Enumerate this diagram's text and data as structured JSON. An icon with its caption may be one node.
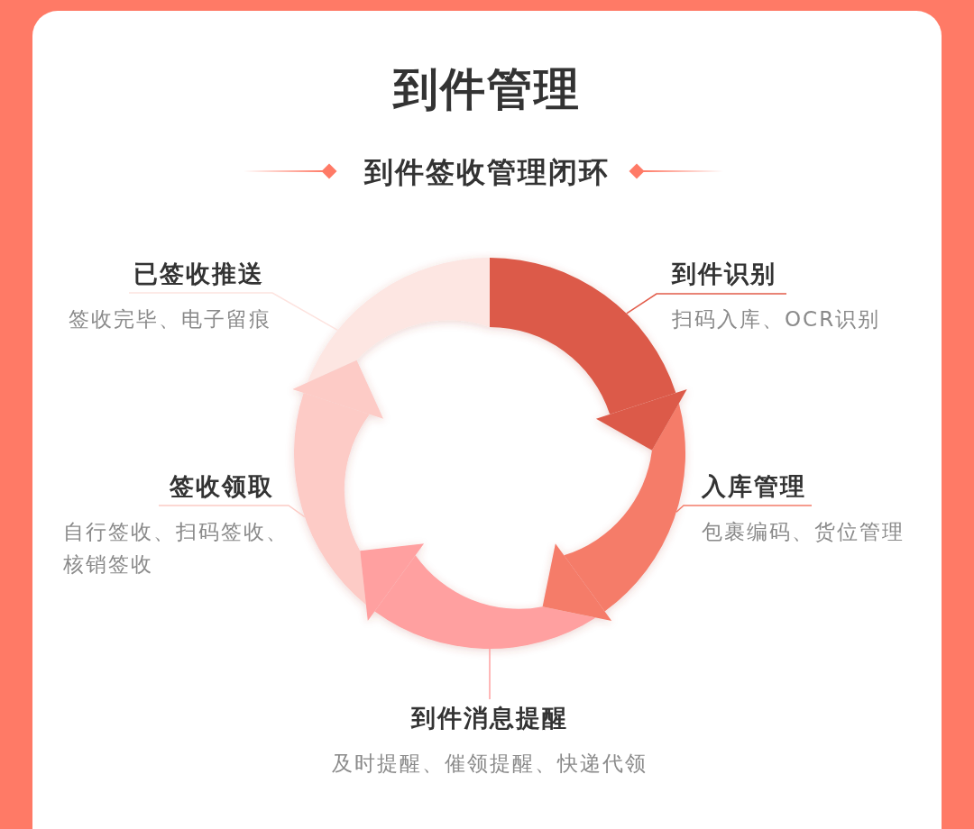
{
  "diagram": {
    "title": "到件管理",
    "nodes": [
      {
        "text": [
          "到件识别",
          "扫码入库、OCR识别"
        ]
      },
      {
        "text": [
          "入库管理",
          "包裹编码、货位管理"
        ]
      },
      {
        "text": [
          "到件消息提醒",
          "及时提醒、催领提醒、快递代领"
        ]
      },
      {
        "text": [
          "签收领取",
          "自行签收、扫码签收、核销签收"
        ]
      },
      {
        "text": [
          "已签收推送",
          "签收完毕、电子留痕"
        ]
      },
      {
        "text": [],
        "shape": "arc"
      },
      {
        "text": [],
        "shape": "arc"
      },
      {
        "text": [],
        "shape": "arc"
      },
      {
        "text": [],
        "shape": "arc"
      },
      {
        "text": [],
        "shape": "arc"
      }
    ],
    "edges": [
      {
        "from": 0,
        "to": 5,
        "arrow": "none",
        "color": "#e25c4a"
      },
      {
        "from": 1,
        "to": 6,
        "arrow": "none",
        "color": "#f47c6a"
      },
      {
        "from": 2,
        "to": 7,
        "arrow": "none",
        "color": "#ffa0a0"
      },
      {
        "from": 3,
        "to": 8,
        "arrow": "none",
        "color": "#fccbc5"
      },
      {
        "from": 4,
        "to": 9,
        "arrow": "none",
        "color": "#fde3df"
      }
    ],
    "labels": [
      "到件签收管理闭环"
    ]
  }
}
